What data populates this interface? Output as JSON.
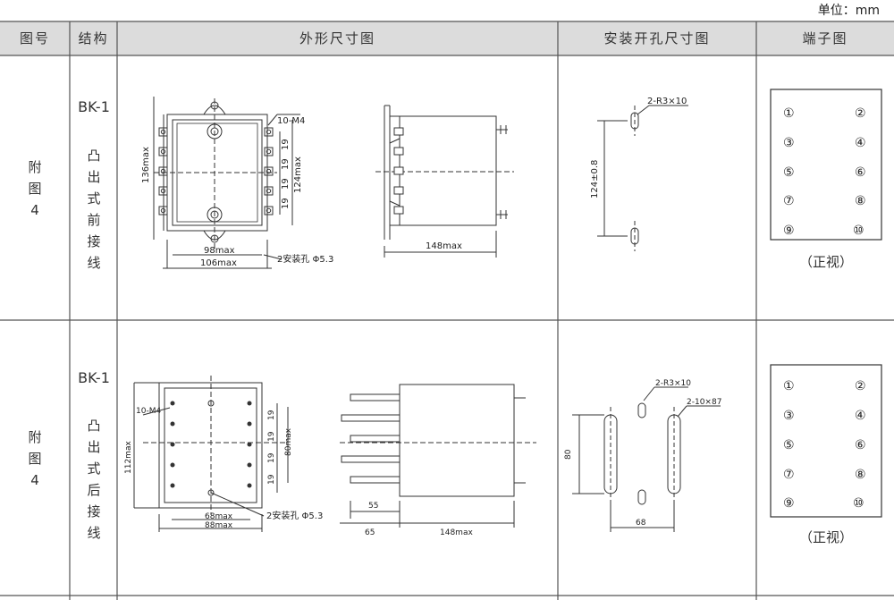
{
  "unit_label": "单位：mm",
  "header": {
    "col_fig_no": "图号",
    "col_structure": "结构",
    "col_outline": "外形尺寸图",
    "col_mounting": "安装开孔尺寸图",
    "col_terminal": "端子图"
  },
  "rows": [
    {
      "fig_no_chars": [
        "附",
        "图",
        "4"
      ],
      "model": "BK-1",
      "structure_chars": [
        "凸",
        "出",
        "式",
        "前",
        "接",
        "线"
      ],
      "outline": {
        "labels": {
          "screws": "10-M4",
          "height": "136max",
          "inner_height": "124max",
          "pitch": "19",
          "inner_width": "98max",
          "width": "106max",
          "holes": "2安装孔 Φ5.3",
          "depth": "148max"
        }
      },
      "mounting": {
        "slot": "2-R3×10",
        "spacing": "124±0.8"
      },
      "terminals": [
        "①",
        "②",
        "③",
        "④",
        "⑤",
        "⑥",
        "⑦",
        "⑧",
        "⑨",
        "⑩"
      ],
      "view": "（正视）"
    },
    {
      "fig_no_chars": [
        "附",
        "图",
        "4"
      ],
      "model": "BK-1",
      "structure_chars": [
        "凸",
        "出",
        "式",
        "后",
        "接",
        "线"
      ],
      "outline": {
        "labels": {
          "screws": "10-M4",
          "height": "112max",
          "inner_height": "80max",
          "pitch": "19",
          "inner_width": "68max",
          "width": "88max",
          "holes": "2安装孔 Φ5.3",
          "stud": "55",
          "stud_total": "65",
          "depth": "148max"
        }
      },
      "mounting": {
        "slot": "2-R3×10",
        "long_slot": "2-10×87",
        "spacing": "80",
        "width": "68"
      },
      "terminals": [
        "①",
        "②",
        "③",
        "④",
        "⑤",
        "⑥",
        "⑦",
        "⑧",
        "⑨",
        "⑩"
      ],
      "view": "（正视）"
    }
  ]
}
